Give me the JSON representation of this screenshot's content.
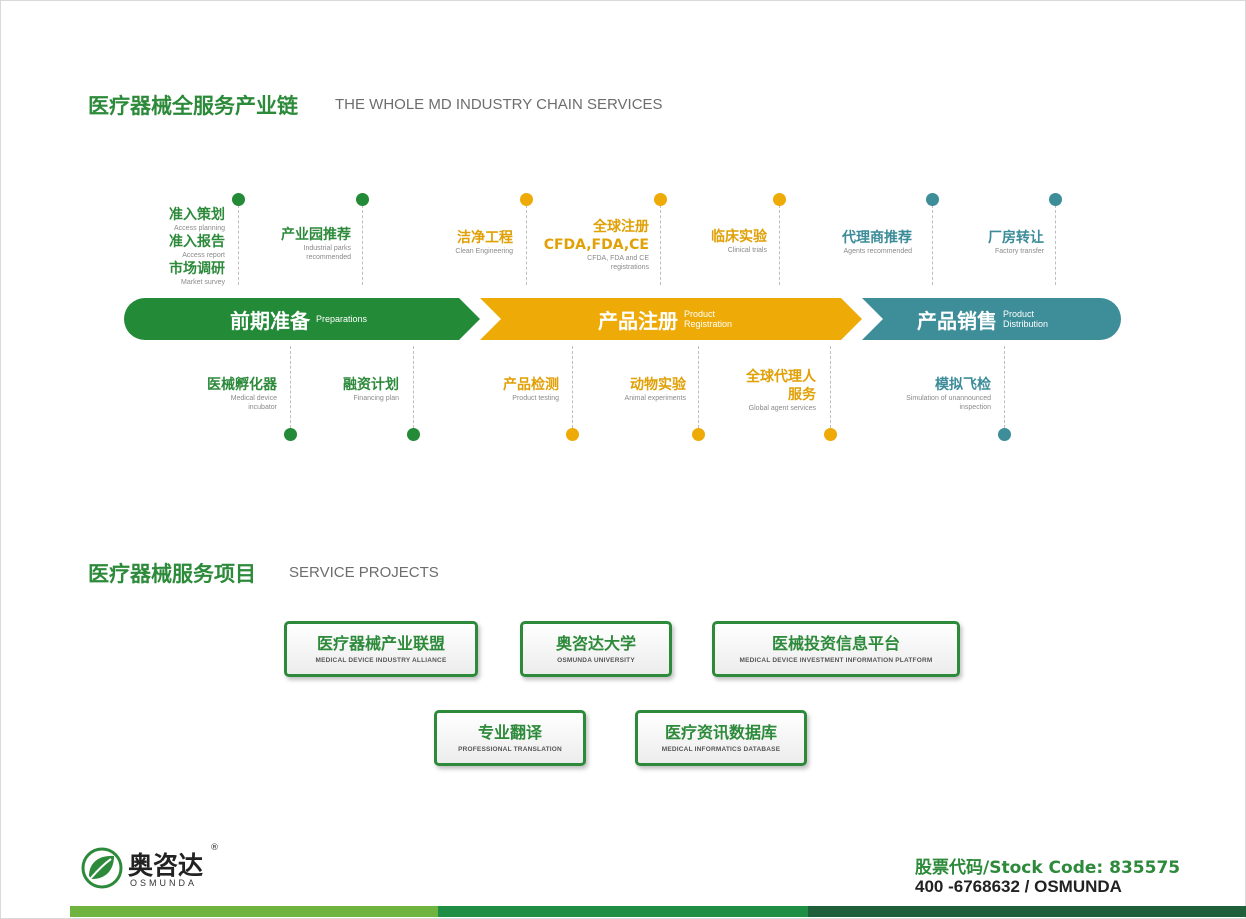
{
  "chain": {
    "title_zh": "医疗器械全服务产业链",
    "title_en": "THE WHOLE MD INDUSTRY CHAIN SERVICES",
    "stages": [
      {
        "zh": "前期准备",
        "en": "Preparations",
        "color": "#238a37"
      },
      {
        "zh": "产品注册",
        "en": "Product Registration",
        "color": "#eeab08"
      },
      {
        "zh": "产品销售",
        "en": "Product Distribution",
        "color": "#3d8e99"
      }
    ],
    "top_items": [
      {
        "zh": "准入策划",
        "en": "Access planning",
        "zh2": "准入报告",
        "en2": "Access report",
        "zh3": "市场调研",
        "en3": "Market survey"
      },
      {
        "zh": "产业园推荐",
        "en": "Industrial parks recommended"
      },
      {
        "zh": "洁净工程",
        "en": "Clean Engineering"
      },
      {
        "zh": "全球注册",
        "zh_line2": "CFDA,FDA,CE",
        "en": "CFDA, FDA and CE registrations"
      },
      {
        "zh": "临床实验",
        "en": "Clinical trials"
      },
      {
        "zh": "代理商推荐",
        "en": "Agents recommended"
      },
      {
        "zh": "厂房转让",
        "en": "Factory transfer"
      }
    ],
    "bottom_items": [
      {
        "zh": "医械孵化器",
        "en": "Medical device incubator"
      },
      {
        "zh": "融资计划",
        "en": "Financing plan"
      },
      {
        "zh": "产品检测",
        "en": "Product testing"
      },
      {
        "zh": "动物实验",
        "en": "Animal experiments"
      },
      {
        "zh": "全球代理人",
        "zh_line2": "服务",
        "en": "Global agent services"
      },
      {
        "zh": "模拟飞检",
        "en": "Simulation of unannounced inspection"
      }
    ]
  },
  "services": {
    "title_zh": "医疗器械服务项目",
    "title_en": "SERVICE PROJECTS",
    "items": [
      {
        "zh": "医疗器械产业联盟",
        "en": "MEDICAL DEVICE INDUSTRY ALLIANCE"
      },
      {
        "zh": "奥咨达大学",
        "en": "OSMUNDA UNIVERSITY"
      },
      {
        "zh": "医械投资信息平台",
        "en": "MEDICAL DEVICE INVESTMENT INFORMATION PLATFORM"
      },
      {
        "zh": "专业翻译",
        "en": "PROFESSIONAL TRANSLATION"
      },
      {
        "zh": "医疗资讯数据库",
        "en": "MEDICAL INFORMATICS DATABASE"
      }
    ]
  },
  "footer": {
    "logo_zh": "奥咨达",
    "logo_en": "OSMUNDA",
    "reg_mark": "®",
    "stock": "股票代码/Stock Code: 835575",
    "phone": "400 -6768632 / OSMUNDA"
  },
  "colors": {
    "green": "#2c8a3a",
    "yellow": "#eeab08",
    "teal": "#3d8e99",
    "dark_green": "#1f6b3a"
  }
}
